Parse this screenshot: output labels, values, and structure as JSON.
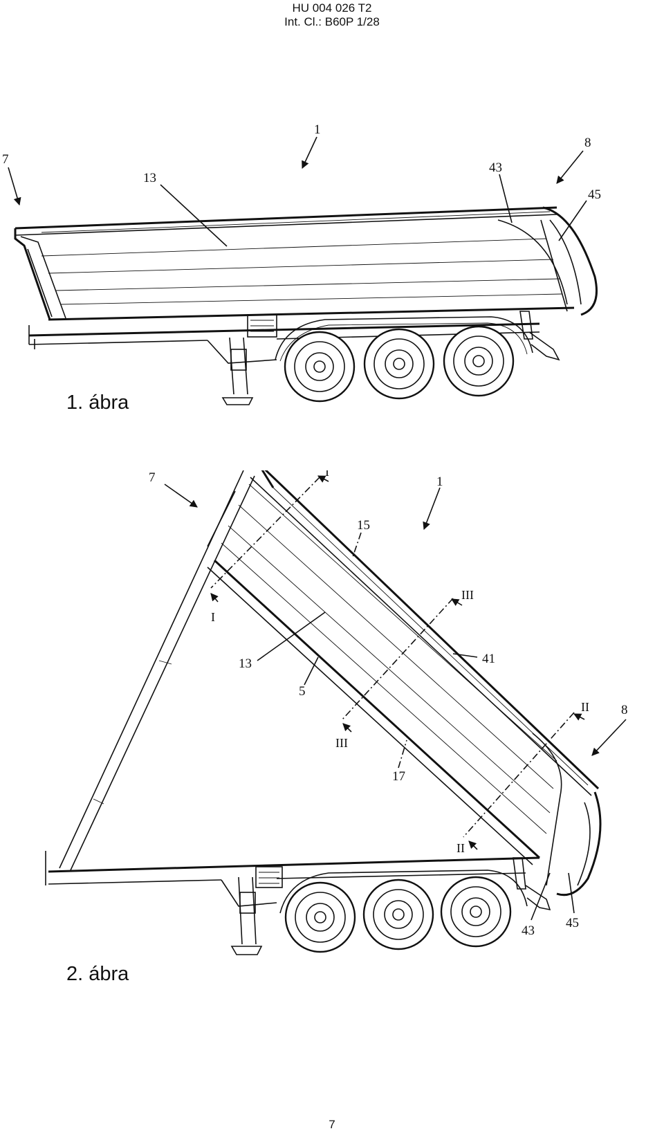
{
  "header": {
    "doc_number": "HU 004 026 T2",
    "classification": "Int. Cl.: B60P 1/28"
  },
  "figure1": {
    "caption": "1. ábra",
    "labels": {
      "l1": "1",
      "l7": "7",
      "l8": "8",
      "l13": "13",
      "l43": "43",
      "l45": "45"
    }
  },
  "figure2": {
    "caption": "2. ábra",
    "labels": {
      "l1": "1",
      "l7": "7",
      "l8": "8",
      "l13": "13",
      "l5": "5",
      "l15": "15",
      "l17": "17",
      "l41": "41",
      "l43": "43",
      "l45": "45",
      "sI_top": "I",
      "sI_bot": "I",
      "sII_top": "II",
      "sII_bot": "II",
      "sIII_top": "III",
      "sIII_bot": "III"
    }
  },
  "page_number": "7"
}
